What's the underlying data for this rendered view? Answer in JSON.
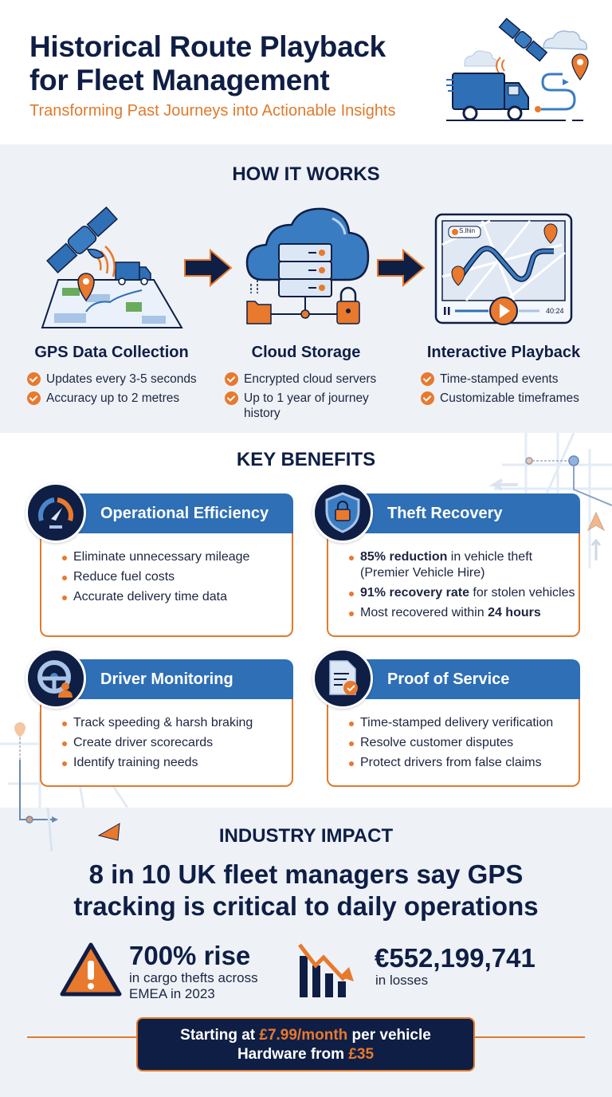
{
  "header": {
    "title_line1": "Historical Route Playback",
    "title_line2": "for Fleet Management",
    "subtitle": "Transforming Past Journeys into Actionable Insights",
    "hero_icons": [
      "satellite-icon",
      "cloud-icon",
      "delivery-truck-icon",
      "map-pin-icon",
      "route-icon"
    ]
  },
  "how_it_works": {
    "title": "HOW IT WORKS",
    "steps": [
      {
        "title": "GPS Data Collection",
        "icon": "satellite-map-icon",
        "points": [
          "Updates every 3-5 seconds",
          "Accuracy up to 2 metres"
        ]
      },
      {
        "title": "Cloud Storage",
        "icon": "cloud-server-icon",
        "points": [
          "Encrypted cloud servers",
          "Up to 1 year of journey history"
        ]
      },
      {
        "title": "Interactive Playback",
        "icon": "map-playback-icon",
        "points": [
          "Time-stamped events",
          "Customizable timeframes"
        ],
        "player": {
          "label": "S.lhin",
          "time": "40:24"
        }
      }
    ]
  },
  "key_benefits": {
    "title": "KEY BENEFITS",
    "cards": [
      {
        "title": "Operational Efficiency",
        "icon": "speedometer-icon",
        "points": [
          {
            "bold": "",
            "text": "Eliminate unnecessary mileage",
            "bold_after": ""
          },
          {
            "bold": "",
            "text": "Reduce fuel costs",
            "bold_after": ""
          },
          {
            "bold": "",
            "text": "Accurate delivery time data",
            "bold_after": ""
          }
        ]
      },
      {
        "title": "Theft Recovery",
        "icon": "shield-lock-icon",
        "points": [
          {
            "bold": "85% reduction",
            "text": " in vehicle theft (Premier Vehicle Hire)",
            "bold_after": ""
          },
          {
            "bold": "91% recovery rate",
            "text": " for stolen vehicles",
            "bold_after": ""
          },
          {
            "bold": "",
            "text": "Most recovered within ",
            "bold_after": "24 hours"
          }
        ]
      },
      {
        "title": "Driver Monitoring",
        "icon": "steering-wheel-driver-icon",
        "points": [
          {
            "bold": "",
            "text": "Track speeding & harsh braking",
            "bold_after": ""
          },
          {
            "bold": "",
            "text": "Create driver scorecards",
            "bold_after": ""
          },
          {
            "bold": "",
            "text": "Identify training needs",
            "bold_after": ""
          }
        ]
      },
      {
        "title": "Proof of Service",
        "icon": "document-check-icon",
        "points": [
          {
            "bold": "",
            "text": "Time-stamped delivery verification",
            "bold_after": ""
          },
          {
            "bold": "",
            "text": "Resolve customer disputes",
            "bold_after": ""
          },
          {
            "bold": "",
            "text": "Protect drivers from false claims",
            "bold_after": ""
          }
        ]
      }
    ]
  },
  "industry_impact": {
    "title": "INDUSTRY IMPACT",
    "headline_line1": "8 in 10 UK fleet managers say GPS",
    "headline_line2": "tracking is critical to daily operations",
    "stats": [
      {
        "value": "700% rise",
        "desc_line1": "in cargo thefts across",
        "desc_line2": "EMEA in 2023",
        "icon": "warning-icon"
      },
      {
        "value": "€552,199,741",
        "desc_line1": "in losses",
        "desc_line2": "",
        "icon": "declining-chart-icon"
      }
    ]
  },
  "pricing": {
    "line1_prefix": "Starting at ",
    "line1_price": "£7.99/month",
    "line1_suffix": " per vehicle",
    "line2_prefix": "Hardware from ",
    "line2_price": "£35"
  },
  "colors": {
    "navy": "#0f1e45",
    "blue": "#2e6fb5",
    "orange": "#e8792d",
    "light_bg": "#eef2f7"
  }
}
